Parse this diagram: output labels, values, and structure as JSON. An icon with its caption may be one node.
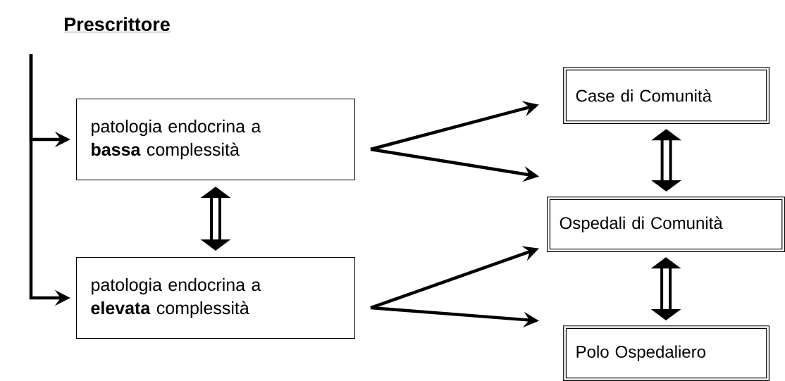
{
  "diagram": {
    "nodes": [
      {
        "text": [
          "Prescrittore"
        ]
      },
      {
        "text": [
          "patologia endocrina a **bassa** complessità"
        ]
      },
      {
        "text": [
          "patologia endocrina a **elevata** complessità"
        ]
      },
      {
        "text": [
          "Case di Comunità"
        ]
      },
      {
        "text": [
          "Ospedali di Comunità"
        ]
      },
      {
        "text": [
          "Polo Ospedaliero"
        ]
      }
    ],
    "edges": [
      {
        "from": 0,
        "to": 1,
        "arrow": "to"
      },
      {
        "from": 0,
        "to": 2,
        "arrow": "to"
      },
      {
        "from": 1,
        "to": 2,
        "arrow": "both",
        "style": "thick"
      },
      {
        "from": 1,
        "to": 3,
        "arrow": "to"
      },
      {
        "from": 1,
        "to": 4,
        "arrow": "to"
      },
      {
        "from": 2,
        "to": 4,
        "arrow": "to"
      },
      {
        "from": 2,
        "to": 5,
        "arrow": "to"
      },
      {
        "from": 3,
        "to": 4,
        "arrow": "both",
        "style": "thick"
      },
      {
        "from": 4,
        "to": 5,
        "arrow": "both",
        "style": "thick"
      }
    ]
  }
}
